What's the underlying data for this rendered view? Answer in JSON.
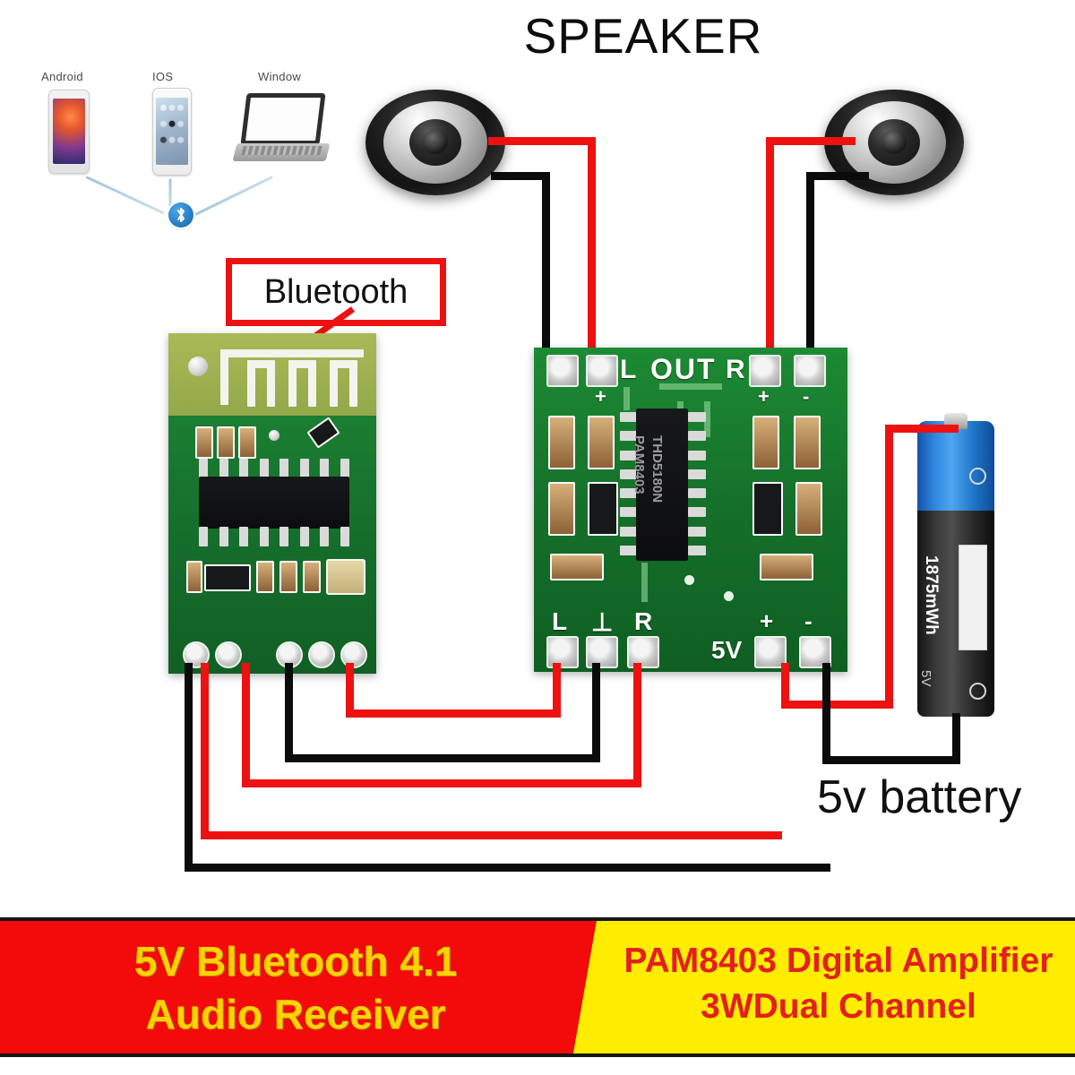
{
  "diagram": {
    "title": "SPEAKER",
    "devices": [
      {
        "label": "Android",
        "icon": "android-phone-icon"
      },
      {
        "label": "IOS",
        "icon": "iphone-icon"
      },
      {
        "label": "Window",
        "icon": "laptop-icon"
      }
    ],
    "bluetooth_badge_icon": "bluetooth-icon",
    "callouts": {
      "bluetooth": "Bluetooth",
      "battery": "5v battery"
    },
    "bluetooth_module": {
      "name": "bluetooth-audio-receiver-board",
      "pads": [
        "black",
        "red",
        "red",
        "black",
        "red"
      ]
    },
    "amplifier_module": {
      "name": "PAM8403 amplifier board",
      "ic_line1": "PAM8403",
      "ic_line2": "THD5180N",
      "top_labels": {
        "left": "L",
        "middle": "OUT",
        "right": "R",
        "plus_left": "+",
        "plus_right": "+",
        "minus_right": "-"
      },
      "bottom_labels": {
        "l": "L",
        "gnd": "⊥",
        "r": "R",
        "supply": "5V",
        "plus": "+",
        "minus": "-"
      }
    },
    "battery": {
      "capacity": "1875mWh",
      "voltage": "5V"
    },
    "colors": {
      "wire_positive": "#ee1111",
      "wire_negative": "#0b0b0b",
      "pcb_green": "#17702c",
      "banner_red": "#f30a0a",
      "banner_yellow": "#ffed00",
      "banner_left_text": "#ffd200",
      "banner_right_text": "#e2201c",
      "callout_border": "#ee1111"
    }
  },
  "banner": {
    "left_line1": "5V Bluetooth 4.1",
    "left_line2": "Audio Receiver",
    "right_line1": "PAM8403 Digital Amplifier",
    "right_line2": "3WDual Channel"
  }
}
